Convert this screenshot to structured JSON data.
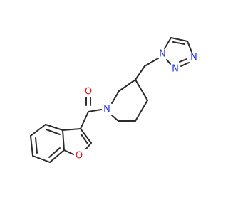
{
  "molecule": {
    "atoms": {
      "O_carbonyl": {
        "symbol": "O",
        "color": "#e8121d"
      },
      "N_piperidine": {
        "symbol": "N",
        "color": "#2233ee"
      },
      "N_triazole_1": {
        "symbol": "N",
        "color": "#2233ee"
      },
      "N_triazole_2": {
        "symbol": "N",
        "color": "#2233ee"
      },
      "N_triazole_3": {
        "symbol": "N",
        "color": "#2233ee"
      },
      "O_furan": {
        "symbol": "O",
        "color": "#e8121d"
      }
    },
    "bond_color": "#2b2b2b",
    "background": "#ffffff"
  }
}
